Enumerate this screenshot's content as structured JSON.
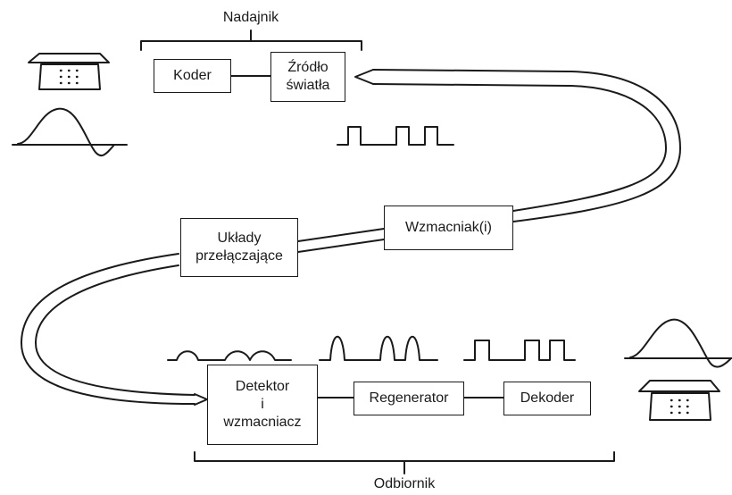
{
  "transmitter": {
    "title": "Nadajnik",
    "coder": "Koder",
    "light_source": [
      "Źródło",
      "światła"
    ]
  },
  "amplifier": "Wzmacniak(i)",
  "switching": [
    "Układy",
    "przełączające"
  ],
  "receiver": {
    "title": "Odbiornik",
    "detector": [
      "Detektor",
      "i",
      "wzmacniacz"
    ],
    "regenerator": "Regenerator",
    "decoder": "Dekoder"
  },
  "colors": {
    "ink": "#1a1a1a",
    "background": "#ffffff"
  },
  "icons": [
    "telephone-icon",
    "analog-wave-icon",
    "digital-pulse-train-icon",
    "degraded-pulse-train-icon",
    "rounded-pulse-train-icon"
  ]
}
